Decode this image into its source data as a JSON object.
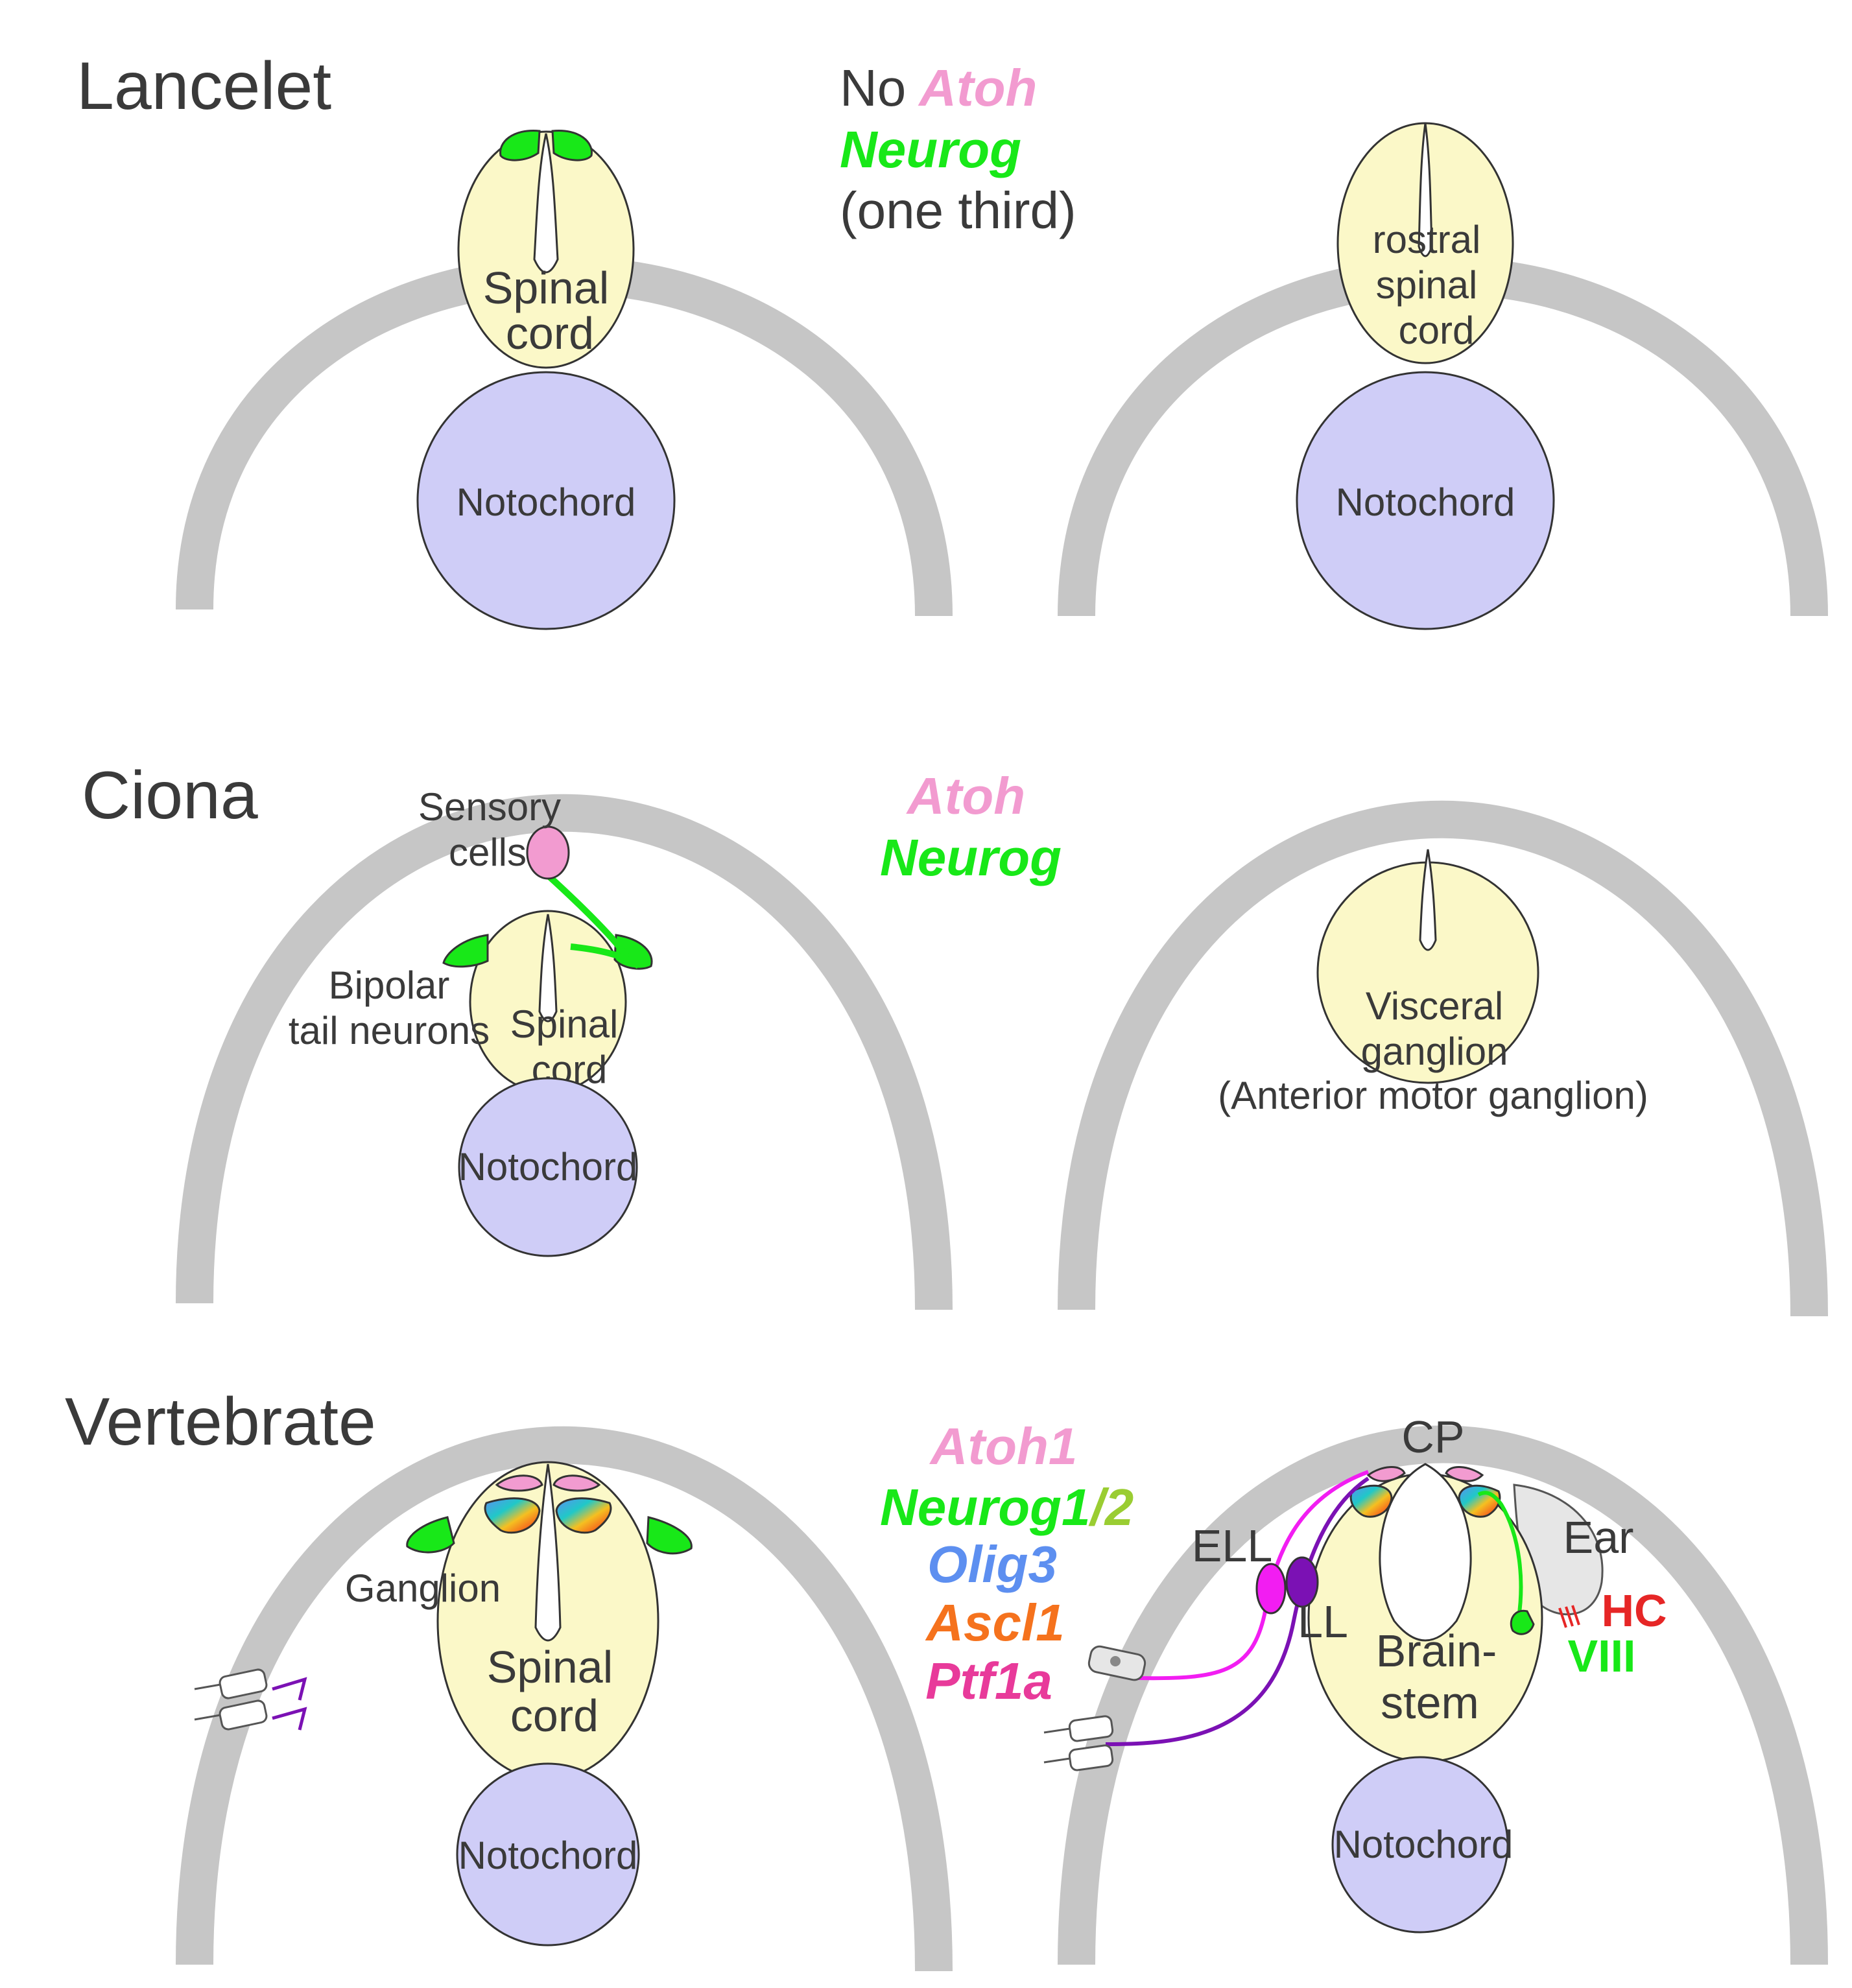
{
  "colors": {
    "arc": "#c6c6c6",
    "neural_tube": "#fbf8c8",
    "notochord": "#cfcdf7",
    "neurog": "#18e818",
    "atoh": "#f29bd0",
    "neurog2": "#9acd32",
    "olig3": "#5d8ff0",
    "ascl1": "#f5721d",
    "ptf1a": "#e83a9a",
    "ell": "#f21df2",
    "ll": "#7b11b4",
    "hair_cell": "#e62626"
  },
  "lancelet": {
    "title": "Lancelet",
    "legend": {
      "no": "No",
      "atoh": "Atoh",
      "neurog": "Neurog",
      "third": "(one third)"
    },
    "left": {
      "cord1": "Spinal",
      "cord2": "cord",
      "notochord": "Notochord"
    },
    "right": {
      "cord1": "rostral",
      "cord2": "spinal",
      "cord3": "cord",
      "notochord": "Notochord"
    }
  },
  "ciona": {
    "title": "Ciona",
    "legend": {
      "atoh": "Atoh",
      "neurog": "Neurog"
    },
    "left": {
      "sensory1": "Sensory",
      "sensory2": "cells",
      "bipolar1": "Bipolar",
      "bipolar2": "tail neurons",
      "cord1": "Spinal",
      "cord2": "cord",
      "notochord": "Notochord"
    },
    "right": {
      "visceral1": "Visceral",
      "visceral2": "ganglion",
      "anterior": "(Anterior motor ganglion)"
    }
  },
  "vertebrate": {
    "title": "Vertebrate",
    "legend": {
      "atoh1": "Atoh1",
      "neurog1": "Neurog1",
      "slash": "/",
      "neurog2": "2",
      "olig3": "Olig3",
      "ascl1": "Ascl1",
      "ptf1a": "Ptf1a"
    },
    "left": {
      "ganglion": "Ganglion",
      "cord1": "Spinal",
      "cord2": "cord",
      "notochord": "Notochord"
    },
    "right": {
      "cp": "CP",
      "ear": "Ear",
      "hc": "HC",
      "viii": "VIII",
      "ell": "ELL",
      "ll": "LL",
      "brain1": "Brain-",
      "brain2": "stem",
      "notochord": "Notochord"
    }
  }
}
